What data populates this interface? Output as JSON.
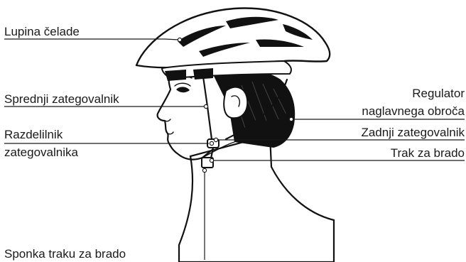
{
  "labels": {
    "shell": "Lupina čelade",
    "front_adjuster": "Sprednji zategovalnik",
    "strap_divider_line1": "Razdelilnik",
    "strap_divider_line2": "zategovalnika",
    "headband_regulator_line1": "Regulator",
    "headband_regulator_line2": "naglavnega obroča",
    "rear_adjuster": "Zadnji zategovalnik",
    "chin_strap": "Trak za brado",
    "chin_buckle": "Sponka traku za brado"
  }
}
